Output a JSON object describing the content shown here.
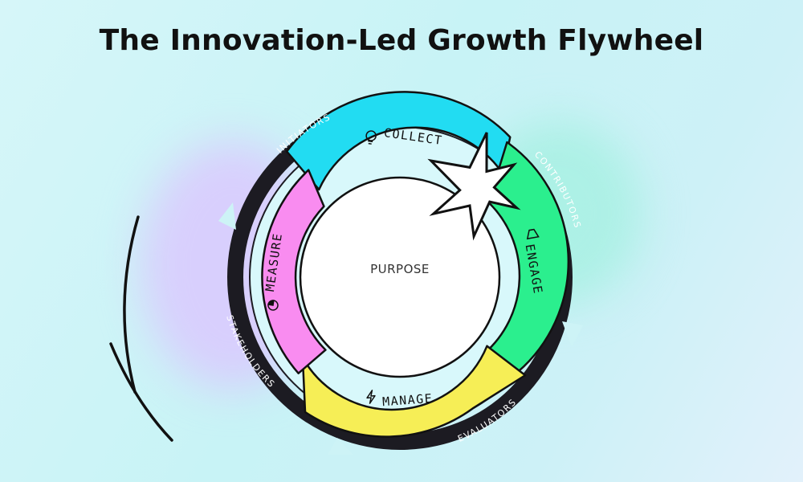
{
  "title": "The Innovation-Led Growth Flywheel",
  "center": {
    "label": "PURPOSE"
  },
  "segments": [
    {
      "label": "COLLECT",
      "color": "#22dcf2",
      "icon": "lightbulb-icon"
    },
    {
      "label": "ENGAGE",
      "color": "#2bef8e",
      "icon": "megaphone-icon"
    },
    {
      "label": "MANAGE",
      "color": "#f6ee56",
      "icon": "lightning-icon"
    },
    {
      "label": "MEASURE",
      "color": "#f98cf0",
      "icon": "pie-chart-icon"
    }
  ],
  "outer_ring": {
    "color": "#1c1b22",
    "labels": [
      "INITIATORS",
      "CONTRIBUTORS",
      "EVALUATORS",
      "STAKEHOLDERS"
    ]
  },
  "decorations": [
    "starburst",
    "motion-lines"
  ]
}
